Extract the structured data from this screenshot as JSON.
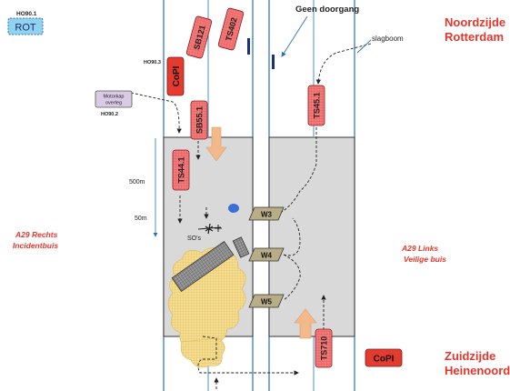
{
  "labels": {
    "rot_code": "HO90.1",
    "rot_box": "ROT",
    "geen_doorgang": "Geen doorgang",
    "noord_line1": "Noordzijde",
    "noord_line2": "Rotterdam",
    "slagboom": "slagboom",
    "copi_top_code": "HO90.3",
    "copi_top": "CoPI",
    "motorkap_line1": "Motorkap",
    "motorkap_line2": "overleg",
    "motorkap_code": "HO90.2",
    "dist_500": "500m",
    "dist_50": "50m",
    "sos": "SO's",
    "left_tube_line1": "A29 Rechts",
    "left_tube_line2": "Incidentbuis",
    "right_tube_line1": "A29 Links",
    "right_tube_line2": "Veilige buis",
    "zuid_line1": "Zuidzijde",
    "zuid_line2": "Heinenoord",
    "copi_bottom": "CoPI"
  },
  "vehicles": {
    "sb121": "SB121",
    "ts402": "TS402",
    "sb55": "SB55.1",
    "ts44": "TS44.1",
    "ts45": "TS45.1",
    "ts710": "TS710"
  },
  "exits": [
    "W3",
    "W4",
    "W5"
  ],
  "colors": {
    "red_text": "#e8352a",
    "vehicle_fill": "#f26b6b",
    "copi_fill": "#e53a2e",
    "rot_fill": "#8fd3f0",
    "tube_fill": "#d9d9d9",
    "exit_fill": "#b7ad86",
    "smoke_fill": "#f5d98a",
    "arrow_fill": "#f4b98b",
    "road_line": "#2a6fb8"
  }
}
